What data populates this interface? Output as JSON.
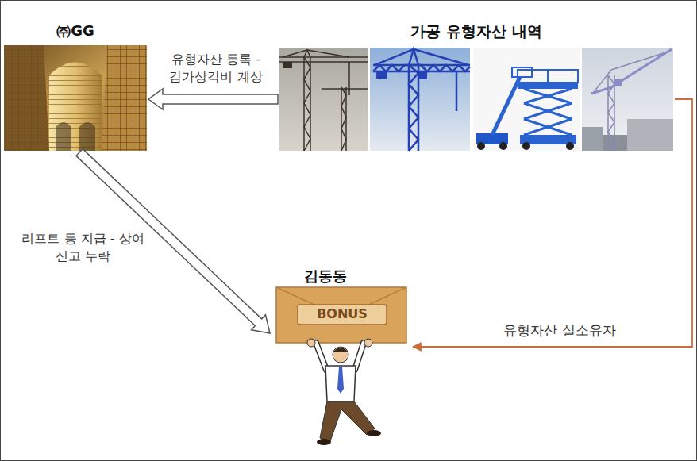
{
  "diagram": {
    "nodes": [
      {
        "text": [
          "㈜GG"
        ]
      },
      {
        "text": [
          "가공 유형자산 내역"
        ]
      },
      {
        "text": [
          "김동동",
          "BONUS"
        ]
      }
    ],
    "edges": [
      {
        "from": 1,
        "to": 0,
        "arrow": "to",
        "label": "유형자산 등록 -감가상각비 계상"
      },
      {
        "from": 0,
        "to": 2,
        "arrow": "to",
        "label": "리프트 등 지급 - 상여 신고 누락"
      },
      {
        "from": 1,
        "to": 2,
        "arrow": "to",
        "label": "유형자산 실소유자"
      }
    ]
  }
}
